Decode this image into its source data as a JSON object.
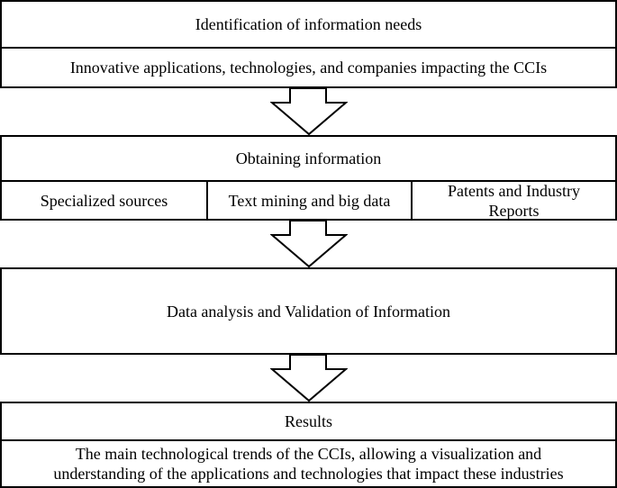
{
  "stage1": {
    "title": "Identification of information needs",
    "detail": "Innovative applications, technologies, and companies impacting the CCIs"
  },
  "stage2": {
    "title": "Obtaining information",
    "sources": [
      "Specialized sources",
      "Text mining and big data",
      "Patents and Industry Reports"
    ]
  },
  "stage3": {
    "title": "Data analysis and Validation of Information"
  },
  "stage4": {
    "title": "Results",
    "detail": "The main technological trends of the CCIs, allowing a visualization and understanding of the applications and technologies that impact these industries"
  }
}
